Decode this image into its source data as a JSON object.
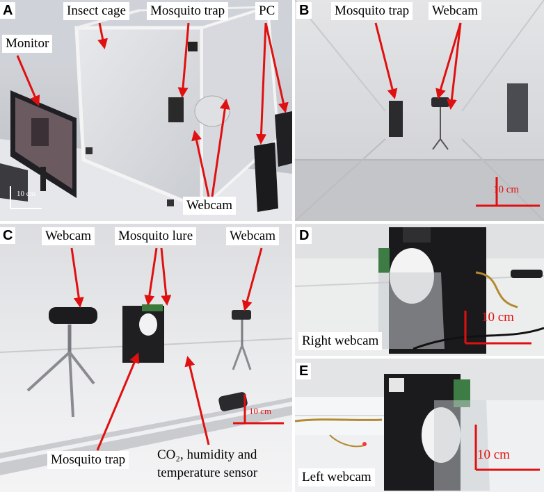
{
  "panels": {
    "a": {
      "letter": "A",
      "labels": {
        "insect_cage": "Insect cage",
        "mosquito_trap": "Mosquito trap",
        "pc": "PC",
        "monitor": "Monitor",
        "webcam": "Webcam"
      },
      "scale": "10 cm"
    },
    "b": {
      "letter": "B",
      "labels": {
        "mosquito_trap": "Mosquito trap",
        "webcam": "Webcam"
      },
      "scale": "10 cm"
    },
    "c": {
      "letter": "C",
      "labels": {
        "webcam_left": "Webcam",
        "mosquito_lure": "Mosquito lure",
        "webcam_right": "Webcam",
        "mosquito_trap": "Mosquito trap",
        "sensor_line1": "CO₂, humidity and",
        "sensor_line2": "temperature sensor"
      },
      "scale": "10 cm"
    },
    "d": {
      "letter": "D",
      "caption": "Right webcam",
      "scale": "10 cm"
    },
    "e": {
      "letter": "E",
      "caption": "Left webcam",
      "scale": "10 cm"
    }
  },
  "colors": {
    "arrow": "#e01010",
    "background": "#ffffff"
  }
}
